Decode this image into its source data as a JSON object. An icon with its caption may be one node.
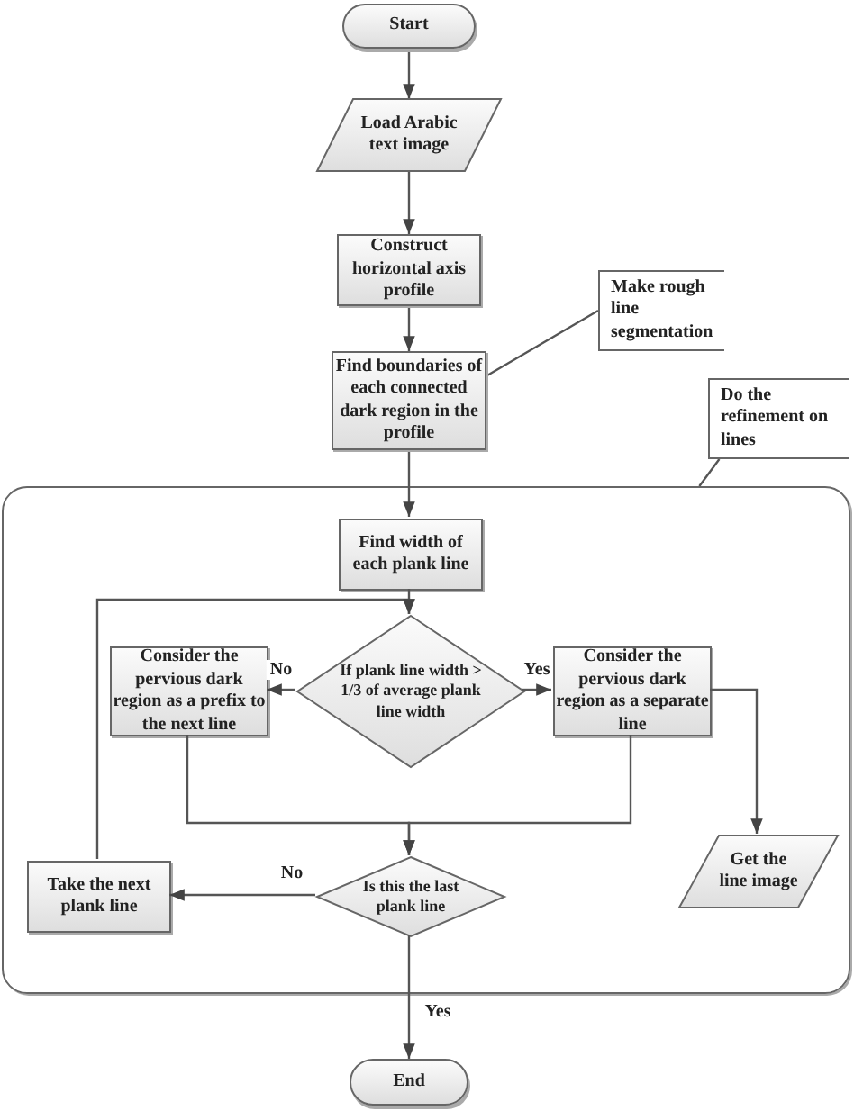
{
  "diagram": {
    "nodes": [
      {
        "text": [
          "Start"
        ]
      },
      {
        "text": [
          "Load Arabic text image"
        ]
      },
      {
        "text": [
          "Construct horizontal axis profile"
        ]
      },
      {
        "text": [
          "Find boundaries of each connected dark region in the profile"
        ]
      },
      {
        "text": [
          "Make rough line segmentation"
        ]
      },
      {
        "text": [
          "Do the refinement on lines"
        ]
      },
      {
        "text": [],
        "shape": "box"
      },
      {
        "text": [
          "Find width of each plank line"
        ],
        "in": 6
      },
      {
        "text": [
          "If plank line width > 1/3 of average plank line width"
        ],
        "in": 6
      },
      {
        "text": [
          "Consider the pervious dark region as a prefix to the next line"
        ],
        "in": 6
      },
      {
        "text": [
          "Consider the pervious dark region as a separate line"
        ],
        "in": 6
      },
      {
        "text": [
          "Get the line image"
        ],
        "in": 6
      },
      {
        "text": [
          "Is this the last plank line"
        ],
        "in": 6
      },
      {
        "text": [
          "Take the next plank line"
        ],
        "in": 6
      },
      {
        "text": [
          "End"
        ]
      }
    ],
    "edges": [
      {
        "from": 0,
        "to": 1,
        "arrow": "to"
      },
      {
        "from": 1,
        "to": 2,
        "arrow": "to"
      },
      {
        "from": 2,
        "to": 3,
        "arrow": "to"
      },
      {
        "from": 3,
        "to": 7,
        "arrow": "to"
      },
      {
        "from": 4,
        "to": 3,
        "arrow": "none"
      },
      {
        "from": 5,
        "to": 6,
        "arrow": "none"
      },
      {
        "from": 7,
        "to": 8,
        "arrow": "to"
      },
      {
        "from": 8,
        "to": 9,
        "arrow": "to",
        "label": "No"
      },
      {
        "from": 8,
        "to": 10,
        "arrow": "to",
        "label": "Yes"
      },
      {
        "from": 10,
        "to": 11,
        "arrow": "to"
      },
      {
        "from": 9,
        "to": 12,
        "arrow": "to"
      },
      {
        "from": 10,
        "to": 12,
        "arrow": "to"
      },
      {
        "from": 12,
        "to": 13,
        "arrow": "to",
        "label": "No"
      },
      {
        "from": 13,
        "to": 8,
        "arrow": "to"
      },
      {
        "from": 12,
        "to": 14,
        "arrow": "to",
        "label": "Yes"
      }
    ]
  }
}
